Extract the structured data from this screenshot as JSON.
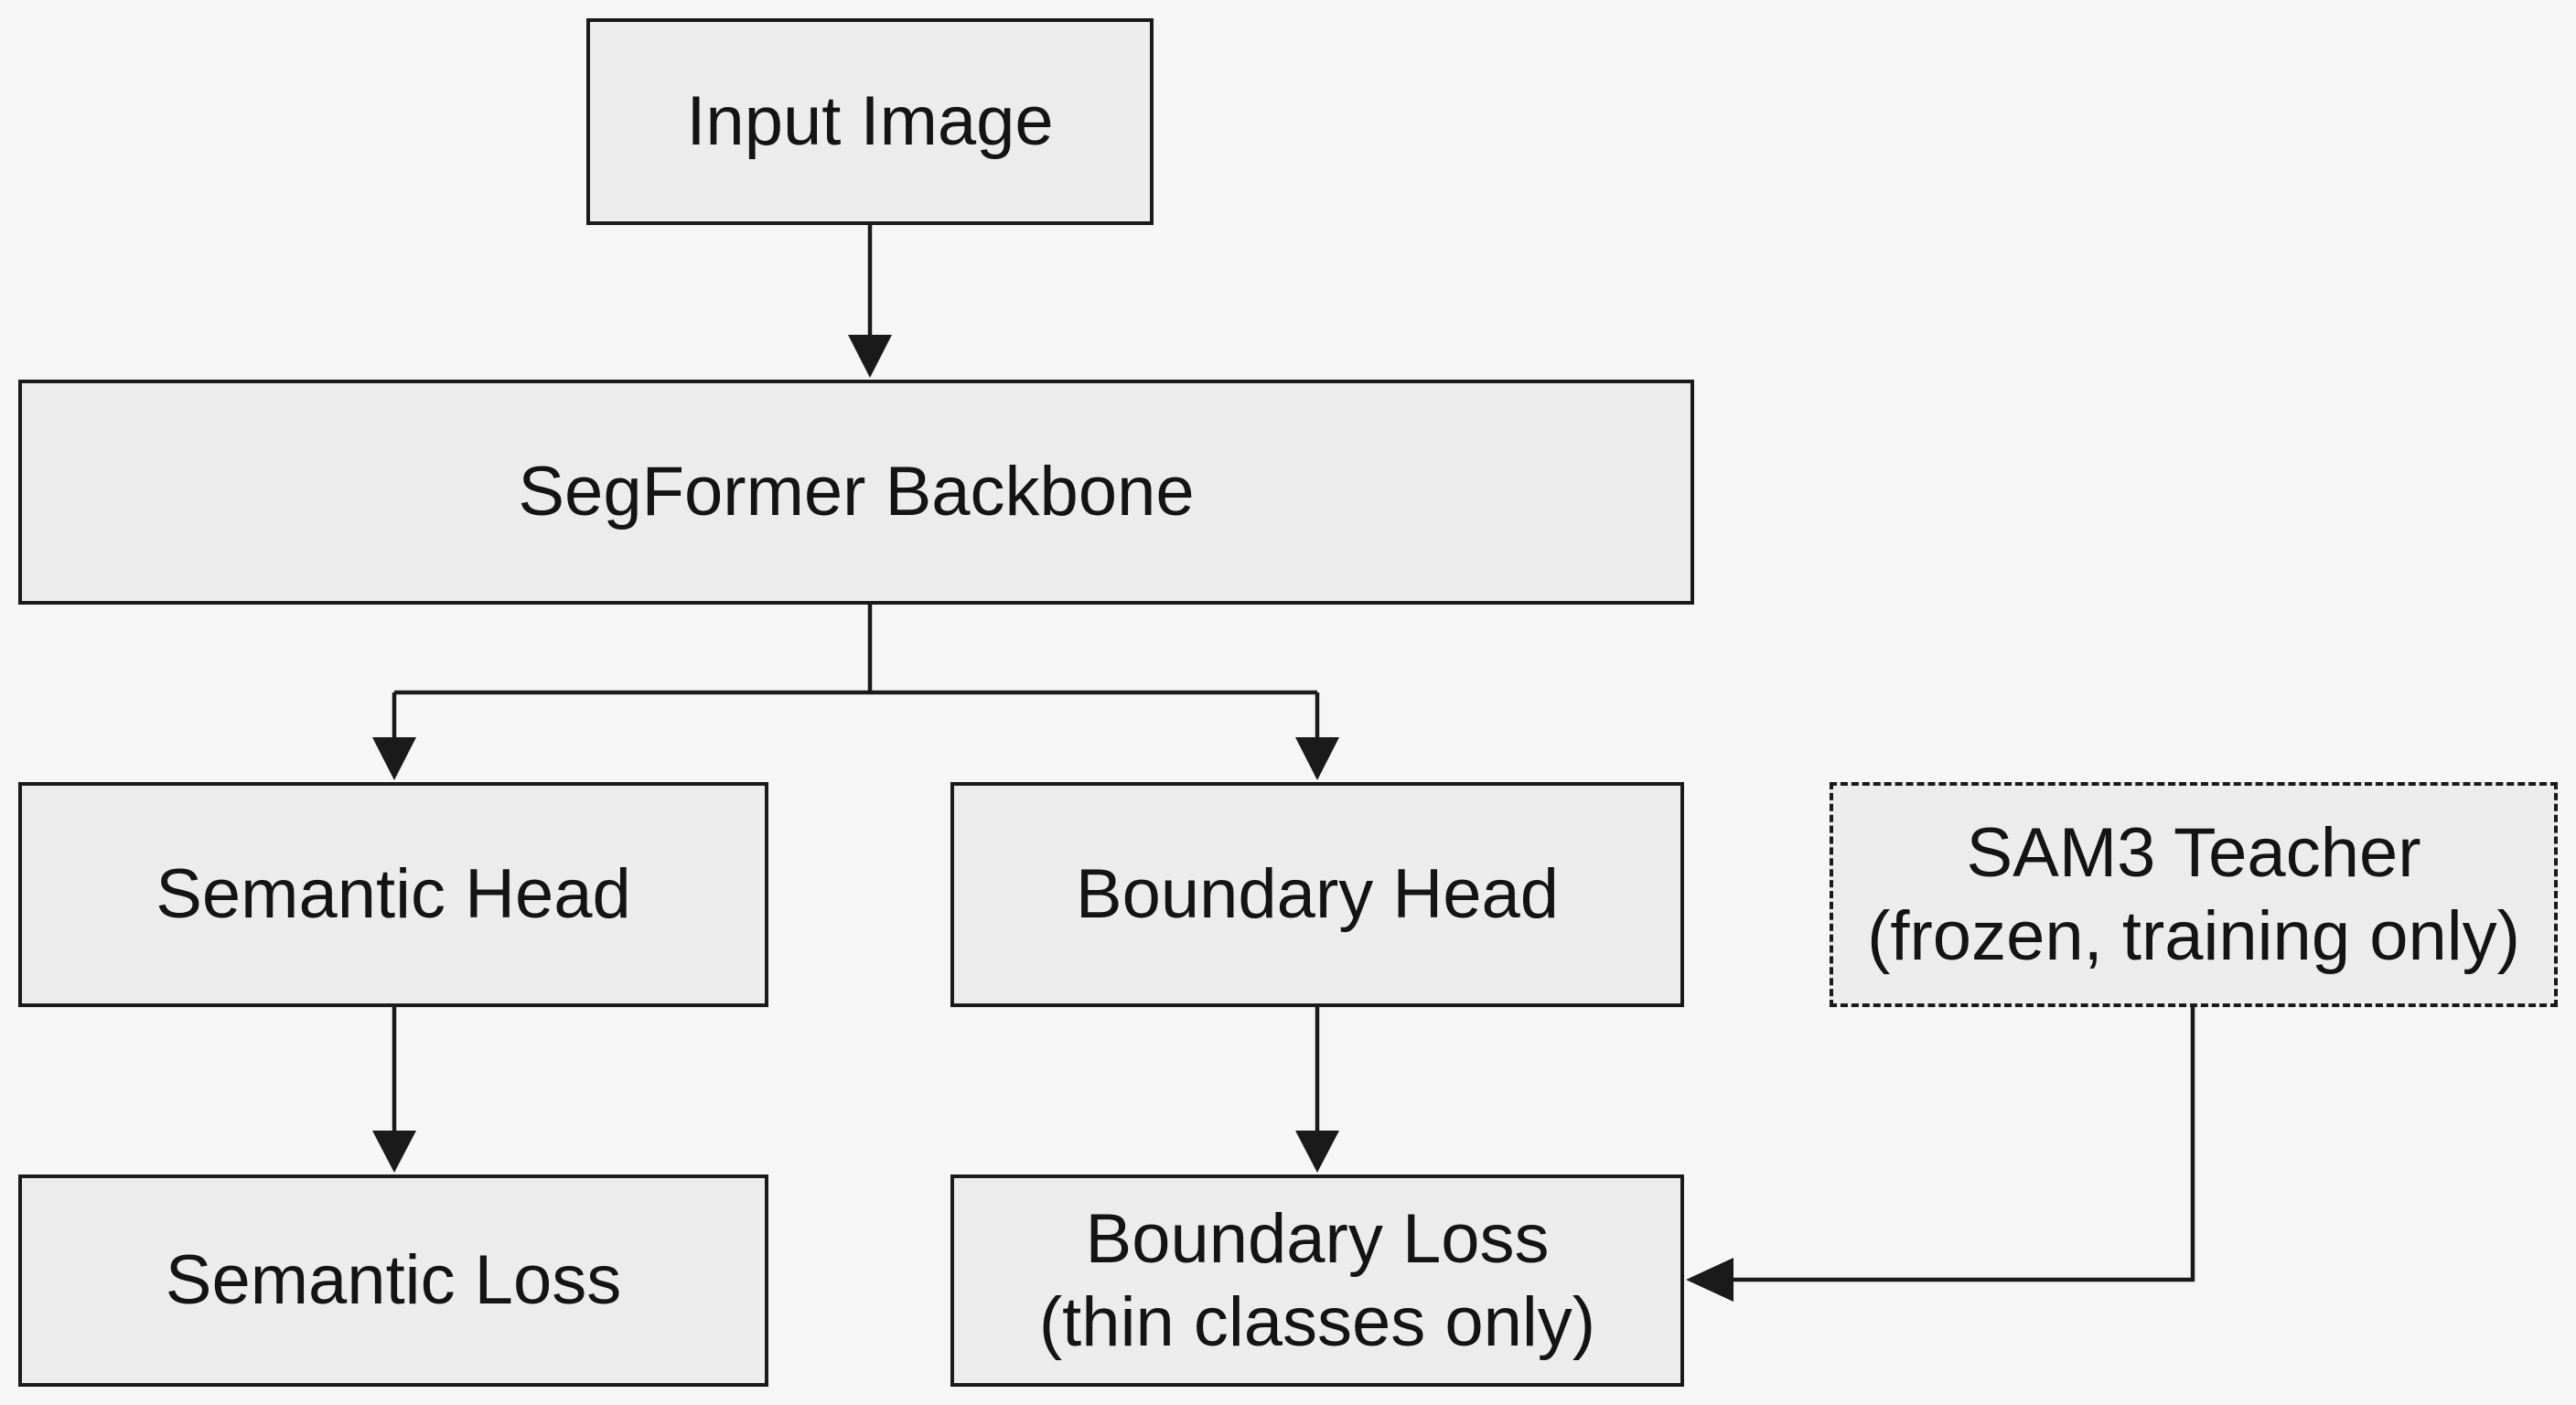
{
  "diagram": {
    "nodes": {
      "input_image": {
        "lines": [
          "Input Image"
        ]
      },
      "backbone": {
        "lines": [
          "SegFormer Backbone"
        ]
      },
      "semantic_head": {
        "lines": [
          "Semantic Head"
        ]
      },
      "boundary_head": {
        "lines": [
          "Boundary Head"
        ]
      },
      "teacher": {
        "lines": [
          "SAM3 Teacher",
          "(frozen, training only)"
        ],
        "border": "dashed"
      },
      "semantic_loss": {
        "lines": [
          "Semantic Loss"
        ]
      },
      "boundary_loss": {
        "lines": [
          "Boundary Loss",
          "(thin classes only)"
        ]
      }
    },
    "edges": [
      {
        "from": "input_image",
        "to": "backbone"
      },
      {
        "from": "backbone",
        "to": "semantic_head"
      },
      {
        "from": "backbone",
        "to": "boundary_head"
      },
      {
        "from": "semantic_head",
        "to": "semantic_loss"
      },
      {
        "from": "boundary_head",
        "to": "boundary_loss"
      },
      {
        "from": "teacher",
        "to": "boundary_loss"
      }
    ],
    "colors": {
      "background": "#f6f6f6",
      "box_fill": "#ececec",
      "stroke": "#1a1a1a",
      "text": "#141414"
    }
  }
}
